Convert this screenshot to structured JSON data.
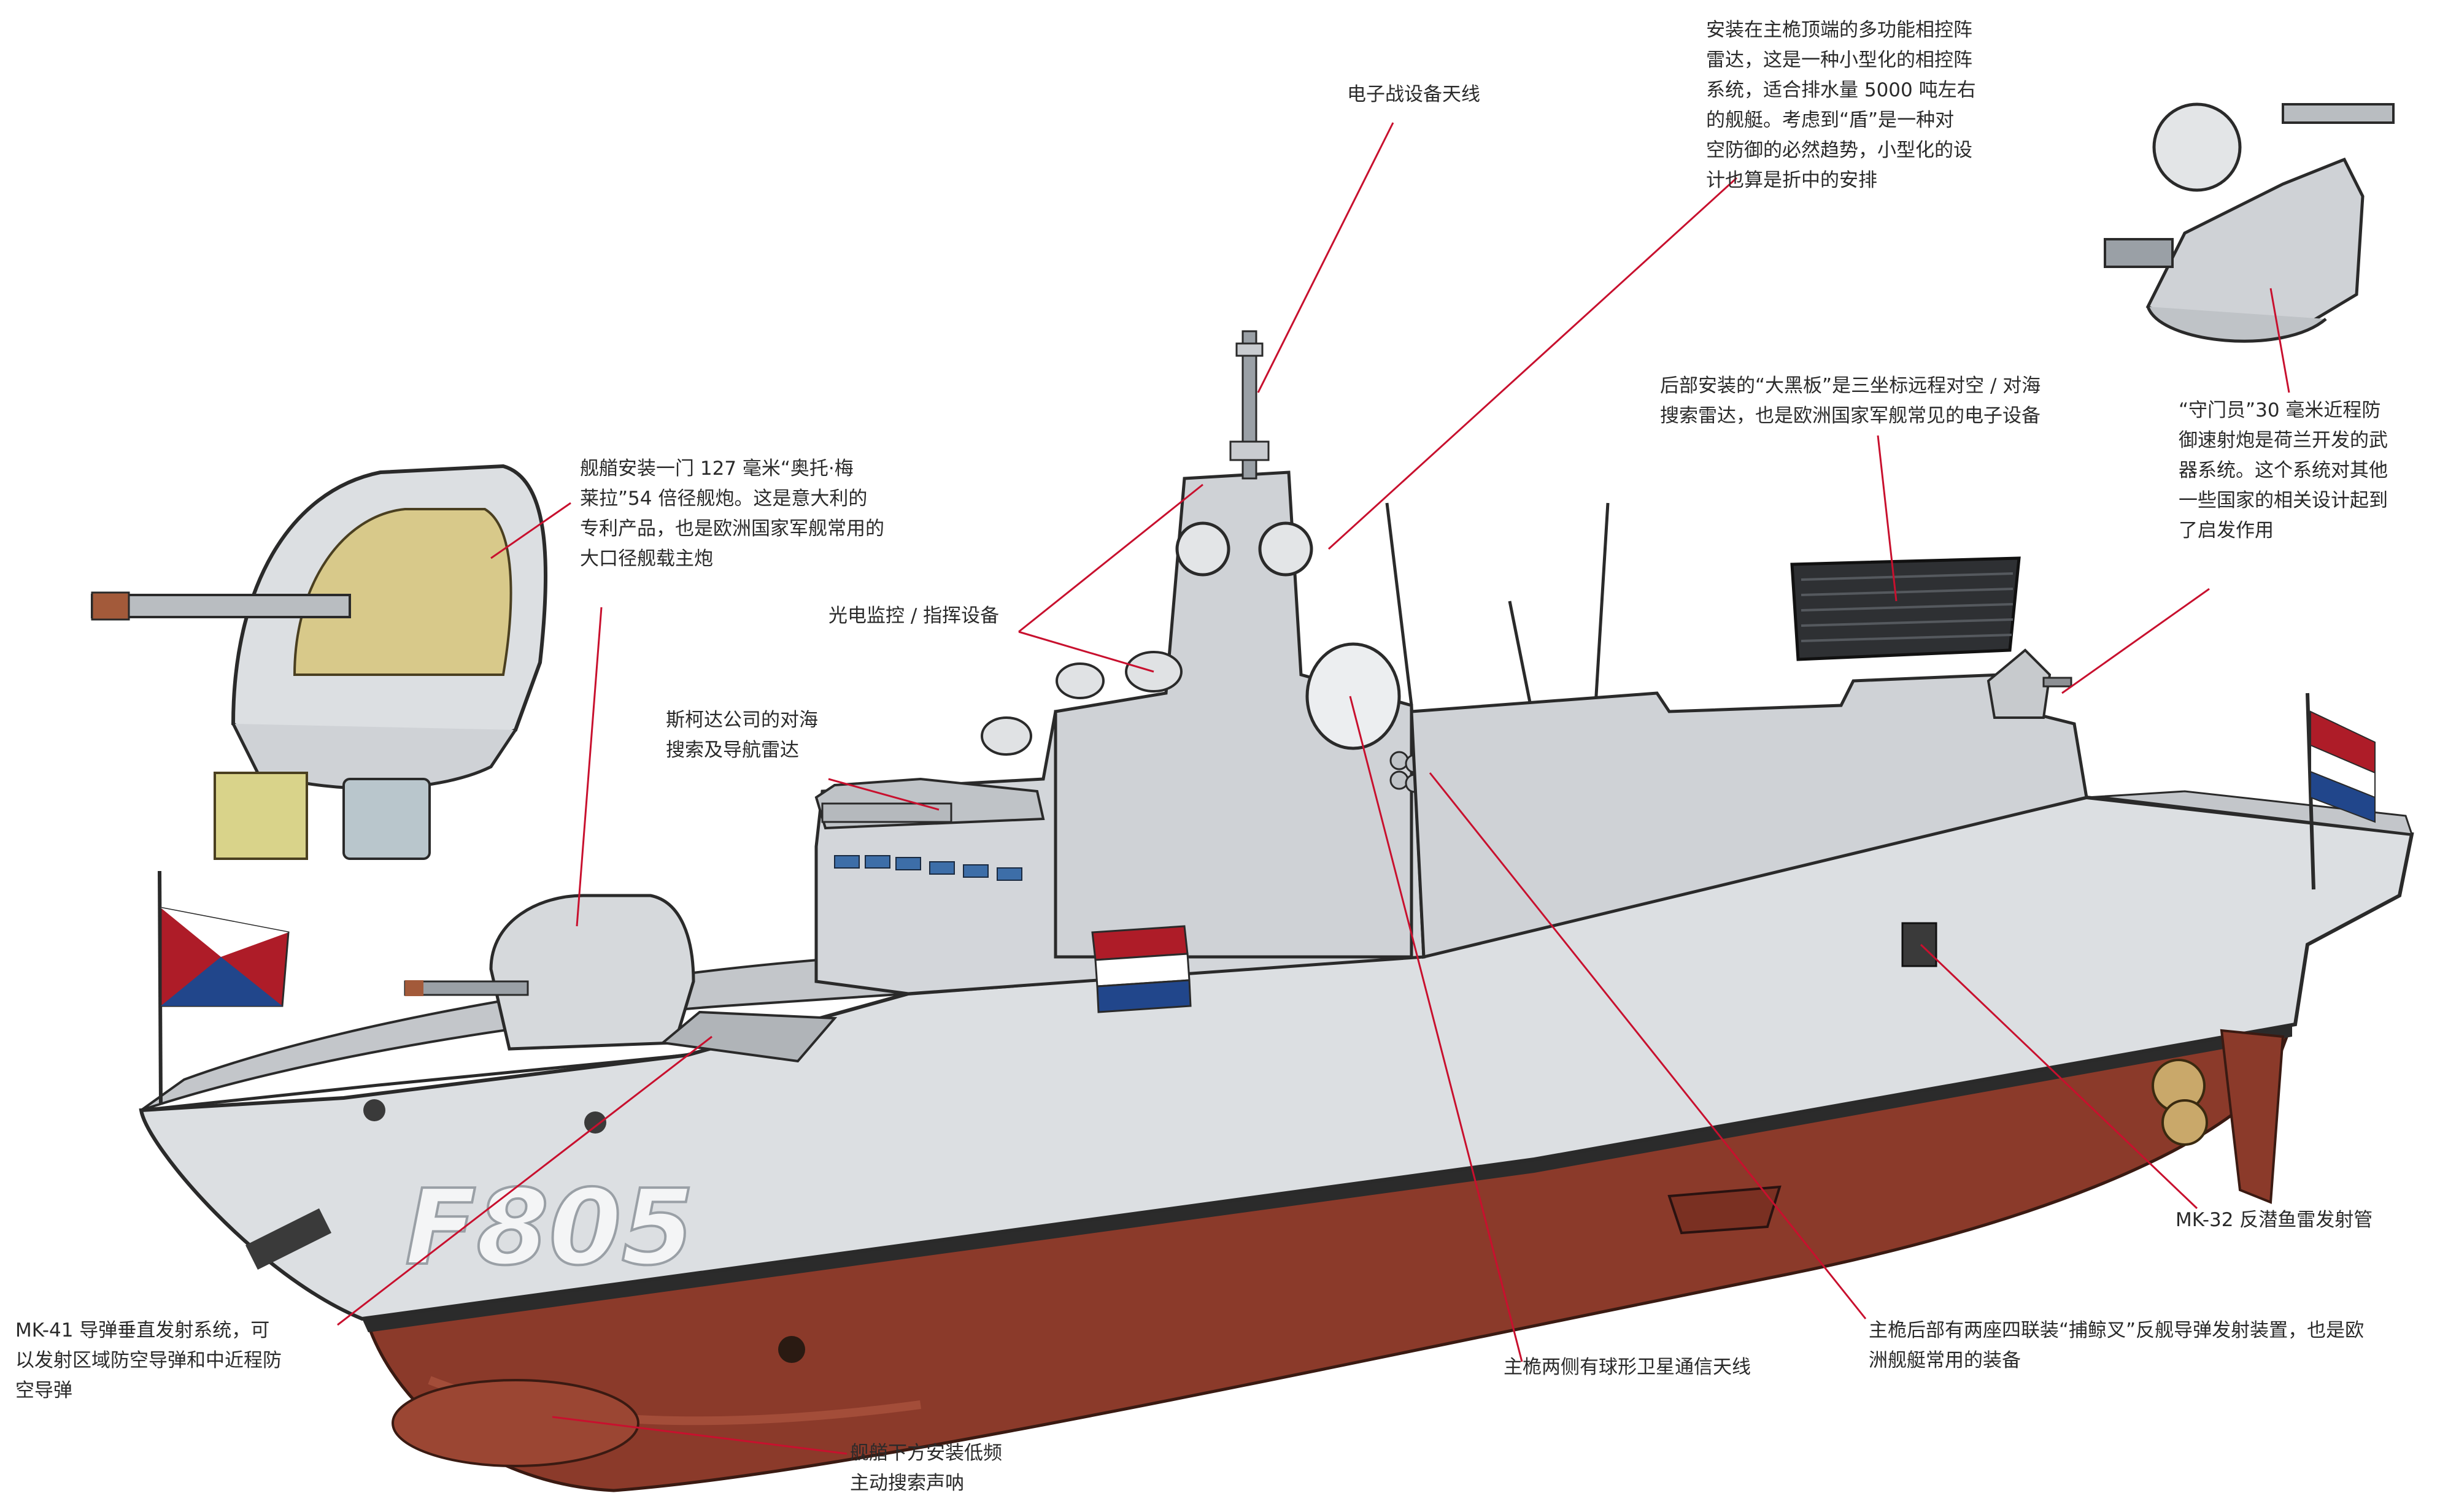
{
  "hull_number": "F805",
  "colors": {
    "hull_grey": "#dcdfe2",
    "superstructure_grey": "#c9ccd0",
    "hull_red": "#8b3a2a",
    "boot_top": "#2b2b2b",
    "leader_line": "#c8102e",
    "flag_red": "#ae1c28",
    "flag_white": "#ffffff",
    "flag_blue": "#21468b",
    "gun_inner": "#d8c98a"
  },
  "annotations": {
    "ew_antenna": "电子战设备天线",
    "apar_radar": "安装在主桅顶端的多功能相控阵\n雷达，这是一种小型化的相控阵\n系统，适合排水量 5000 吨左右\n的舰艇。考虑到“盾”是一种对\n空防御的必然趋势，小型化的设\n计也算是折中的安排",
    "main_gun": "舰艏安装一门 127 毫米“奥托·梅\n莱拉”54 倍径舰炮。这是意大利的\n专利产品，也是欧洲国家军舰常用的\n大口径舰载主炮",
    "eo_director": "光电监控 / 指挥设备",
    "scout_radar": "斯柯达公司的对海\n搜索及导航雷达",
    "smart_l_radar": "后部安装的“大黑板”是三坐标远程对空 / 对海\n搜索雷达，也是欧洲国家军舰常见的电子设备",
    "goalkeeper": "“守门员”30 毫米近程防\n御速射炮是荷兰开发的武\n器系统。这个系统对其他\n一些国家的相关设计起到\n了启发作用",
    "mk41_vls": "MK-41 导弹垂直发射系统，可\n以发射区域防空导弹和中近程防\n空导弹",
    "bow_sonar": "舰艏下方安装低频\n主动搜索声呐",
    "satcom": "主桅两侧有球形卫星通信天线",
    "harpoon": "主桅后部有两座四联装“捕鲸叉”反舰导弹发射装置，也是欧\n洲舰艇常用的装备",
    "mk32_torpedo": "MK-32 反潜鱼雷发射管"
  }
}
